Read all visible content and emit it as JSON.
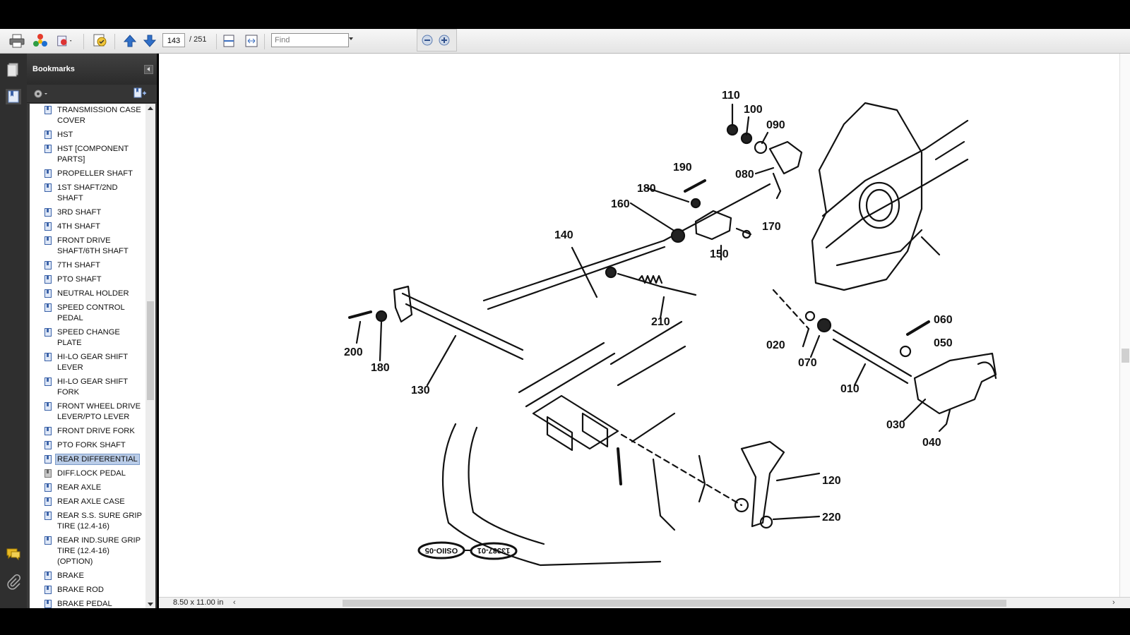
{
  "toolbar": {
    "page_current": "143",
    "page_total": "/ 251",
    "find_placeholder": "Find"
  },
  "bookmarks": {
    "title": "Bookmarks",
    "items": [
      {
        "label": "TRANSMISSION CASE COVER",
        "selected": false
      },
      {
        "label": "HST",
        "selected": false
      },
      {
        "label": "HST [COMPONENT PARTS]",
        "selected": false
      },
      {
        "label": "PROPELLER SHAFT",
        "selected": false
      },
      {
        "label": "1ST SHAFT/2ND SHAFT",
        "selected": false
      },
      {
        "label": "3RD SHAFT",
        "selected": false
      },
      {
        "label": "4TH SHAFT",
        "selected": false
      },
      {
        "label": "FRONT DRIVE SHAFT/6TH SHAFT",
        "selected": false
      },
      {
        "label": "7TH SHAFT",
        "selected": false
      },
      {
        "label": "PTO SHAFT",
        "selected": false
      },
      {
        "label": "NEUTRAL HOLDER",
        "selected": false
      },
      {
        "label": "SPEED CONTROL PEDAL",
        "selected": false
      },
      {
        "label": "SPEED CHANGE PLATE",
        "selected": false
      },
      {
        "label": "HI-LO GEAR SHIFT LEVER",
        "selected": false
      },
      {
        "label": "HI-LO GEAR SHIFT FORK",
        "selected": false
      },
      {
        "label": "FRONT WHEEL DRIVE LEVER/PTO LEVER",
        "selected": false
      },
      {
        "label": "FRONT DRIVE FORK",
        "selected": false
      },
      {
        "label": "PTO FORK SHAFT",
        "selected": false
      },
      {
        "label": "REAR DIFFERENTIAL",
        "selected": true
      },
      {
        "label": "DIFF.LOCK PEDAL",
        "selected": false,
        "gray": true
      },
      {
        "label": "REAR AXLE",
        "selected": false
      },
      {
        "label": "REAR AXLE CASE",
        "selected": false
      },
      {
        "label": "REAR S.S. SURE GRIP TIRE (12.4-16)",
        "selected": false
      },
      {
        "label": "REAR IND.SURE GRIP TIRE (12.4-16) (OPTION)",
        "selected": false
      },
      {
        "label": "BRAKE",
        "selected": false
      },
      {
        "label": "BRAKE ROD",
        "selected": false
      },
      {
        "label": "BRAKE PEDAL",
        "selected": false
      }
    ]
  },
  "diagram": {
    "labels": {
      "p110": "110",
      "p100": "100",
      "p090": "090",
      "p080": "080",
      "p190": "190",
      "p180a": "180",
      "p160": "160",
      "p170": "170",
      "p150": "150",
      "p140": "140",
      "p210": "210",
      "p200": "200",
      "p180b": "180",
      "p130": "130",
      "p020": "020",
      "p070": "070",
      "p010": "010",
      "p060": "060",
      "p050": "050",
      "p030": "030",
      "p040": "040",
      "p120": "120",
      "p220": "220"
    },
    "stamp_left": "OSIIO-05",
    "stamp_right": "13387-01"
  },
  "status": {
    "page_size": "8.50 x 11.00 in"
  }
}
